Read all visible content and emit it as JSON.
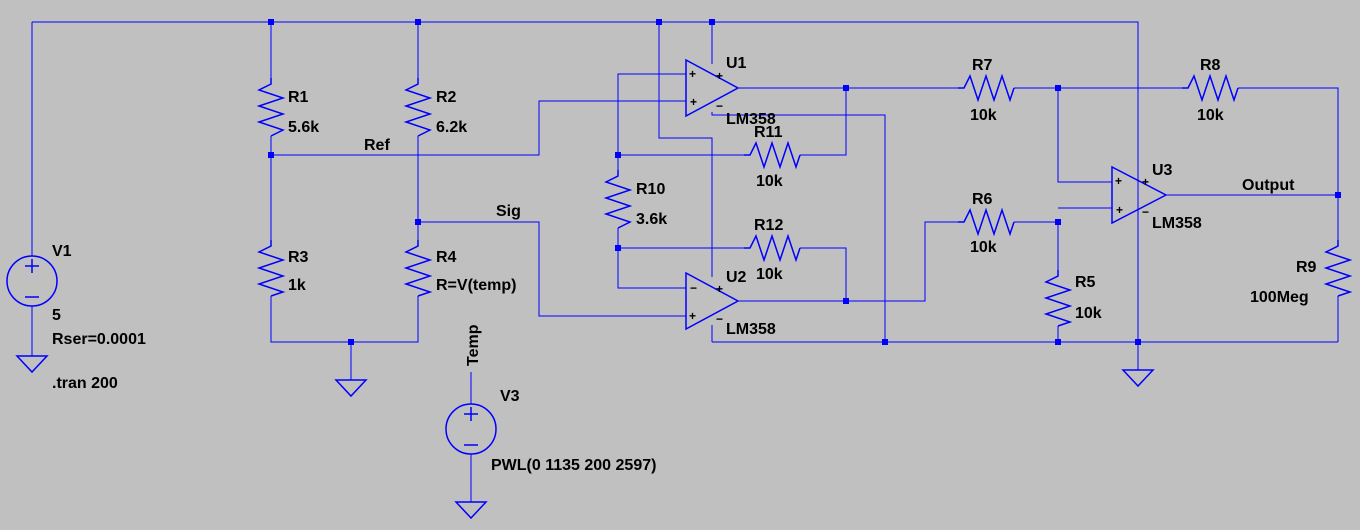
{
  "sources": {
    "v1": {
      "name": "V1",
      "value": "5",
      "param": "Rser=0.0001"
    },
    "v3": {
      "name": "V3",
      "value": "PWL(0 1135 200 2597)"
    }
  },
  "directive": ".tran 200",
  "resistors": {
    "r1": {
      "name": "R1",
      "value": "5.6k"
    },
    "r2": {
      "name": "R2",
      "value": "6.2k"
    },
    "r3": {
      "name": "R3",
      "value": "1k"
    },
    "r4": {
      "name": "R4",
      "value": "R=V(temp)"
    },
    "r5": {
      "name": "R5",
      "value": "10k"
    },
    "r6": {
      "name": "R6",
      "value": "10k"
    },
    "r7": {
      "name": "R7",
      "value": "10k"
    },
    "r8": {
      "name": "R8",
      "value": "10k"
    },
    "r9": {
      "name": "R9",
      "value": "100Meg"
    },
    "r10": {
      "name": "R10",
      "value": "3.6k"
    },
    "r11": {
      "name": "R11",
      "value": "10k"
    },
    "r12": {
      "name": "R12",
      "value": "10k"
    }
  },
  "opamps": {
    "u1": {
      "name": "U1",
      "model": "LM358"
    },
    "u2": {
      "name": "U2",
      "model": "LM358"
    },
    "u3": {
      "name": "U3",
      "model": "LM358"
    }
  },
  "nets": {
    "ref": "Ref",
    "sig": "Sig",
    "output": "Output",
    "temp": "Temp"
  },
  "pins": {
    "plus": "+",
    "minus": "−"
  },
  "colors": {
    "background": "#c0c0c0",
    "wire": "#0000ff",
    "text": "#000000"
  }
}
